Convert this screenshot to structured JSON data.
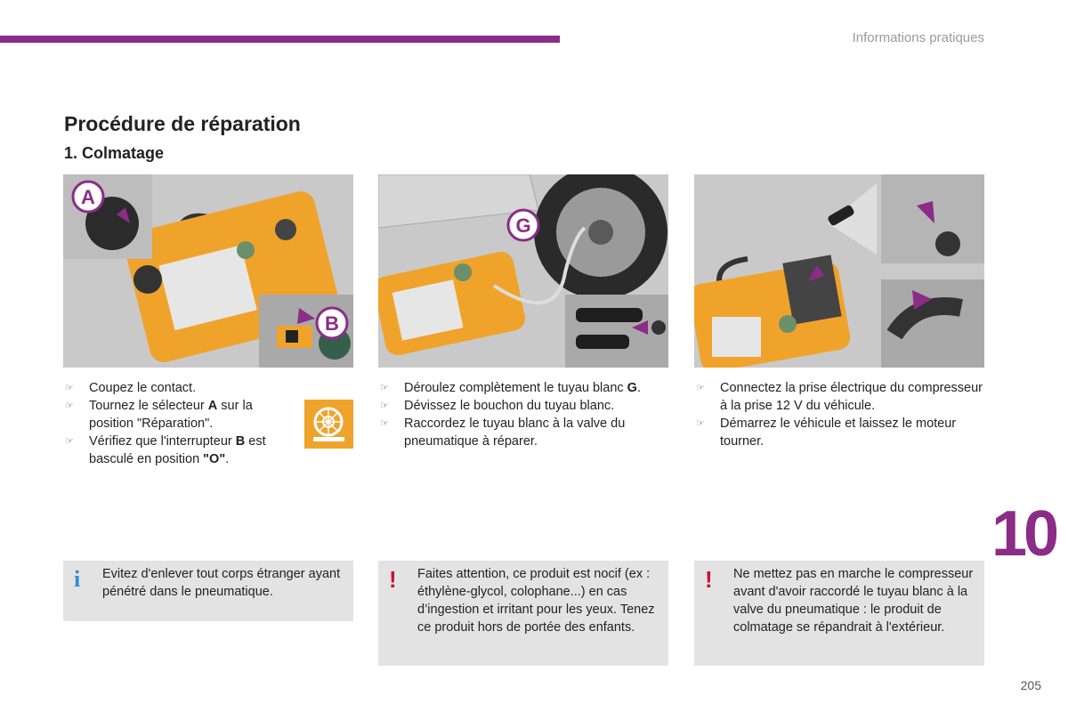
{
  "header": {
    "section": "Informations pratiques"
  },
  "title": "Procédure de réparation",
  "subtitle": "1. Colmatage",
  "figures": [
    {
      "callouts": [
        "A",
        "B"
      ]
    },
    {
      "callouts": [
        "G"
      ]
    },
    {
      "callouts": []
    }
  ],
  "columns": [
    {
      "steps": [
        {
          "pre": "Coupez le contact.",
          "bold": "",
          "post": ""
        },
        {
          "pre": "Tournez le sélecteur ",
          "bold": "A",
          "post": " sur la position \"Réparation\"."
        },
        {
          "pre": "Vérifiez que l'interrupteur ",
          "bold": "B",
          "post": " est basculé en position ",
          "bold2": "\"O\"",
          "post2": "."
        }
      ]
    },
    {
      "steps": [
        {
          "pre": "Déroulez complètement le tuyau blanc ",
          "bold": "G",
          "post": "."
        },
        {
          "pre": "Dévissez le bouchon du tuyau blanc.",
          "bold": "",
          "post": ""
        },
        {
          "pre": "Raccordez le tuyau blanc à la valve du pneumatique à réparer.",
          "bold": "",
          "post": ""
        }
      ]
    },
    {
      "steps": [
        {
          "pre": "Connectez la prise électrique du compresseur à la prise 12 V du véhicule.",
          "bold": "",
          "post": ""
        },
        {
          "pre": "Démarrez le véhicule et laissez le moteur tourner.",
          "bold": "",
          "post": ""
        }
      ]
    }
  ],
  "bullet_glyph": "☞",
  "notes": [
    {
      "icon": "i",
      "text": "Evitez d'enlever tout corps étranger ayant pénétré dans le pneumatique."
    },
    {
      "icon": "!",
      "text": "Faites attention, ce produit est nocif (ex : éthylène-glycol, colophane...) en cas d’ingestion et irritant pour les yeux. Tenez ce produit hors de portée des enfants."
    },
    {
      "icon": "!",
      "text": "Ne mettez pas en marche le compresseur avant d'avoir raccordé le tuyau blanc à la valve du pneumatique : le produit de colmatage se répandrait à l'extérieur."
    }
  ],
  "chapter_number": "10",
  "page_number": "205",
  "colors": {
    "accent": "#8b2c86",
    "kit_orange": "#f0a32a",
    "figure_bg": "#c9c9c9",
    "note_bg": "#e3e3e3",
    "warning": "#c8102e",
    "info": "#2a8fd6"
  }
}
